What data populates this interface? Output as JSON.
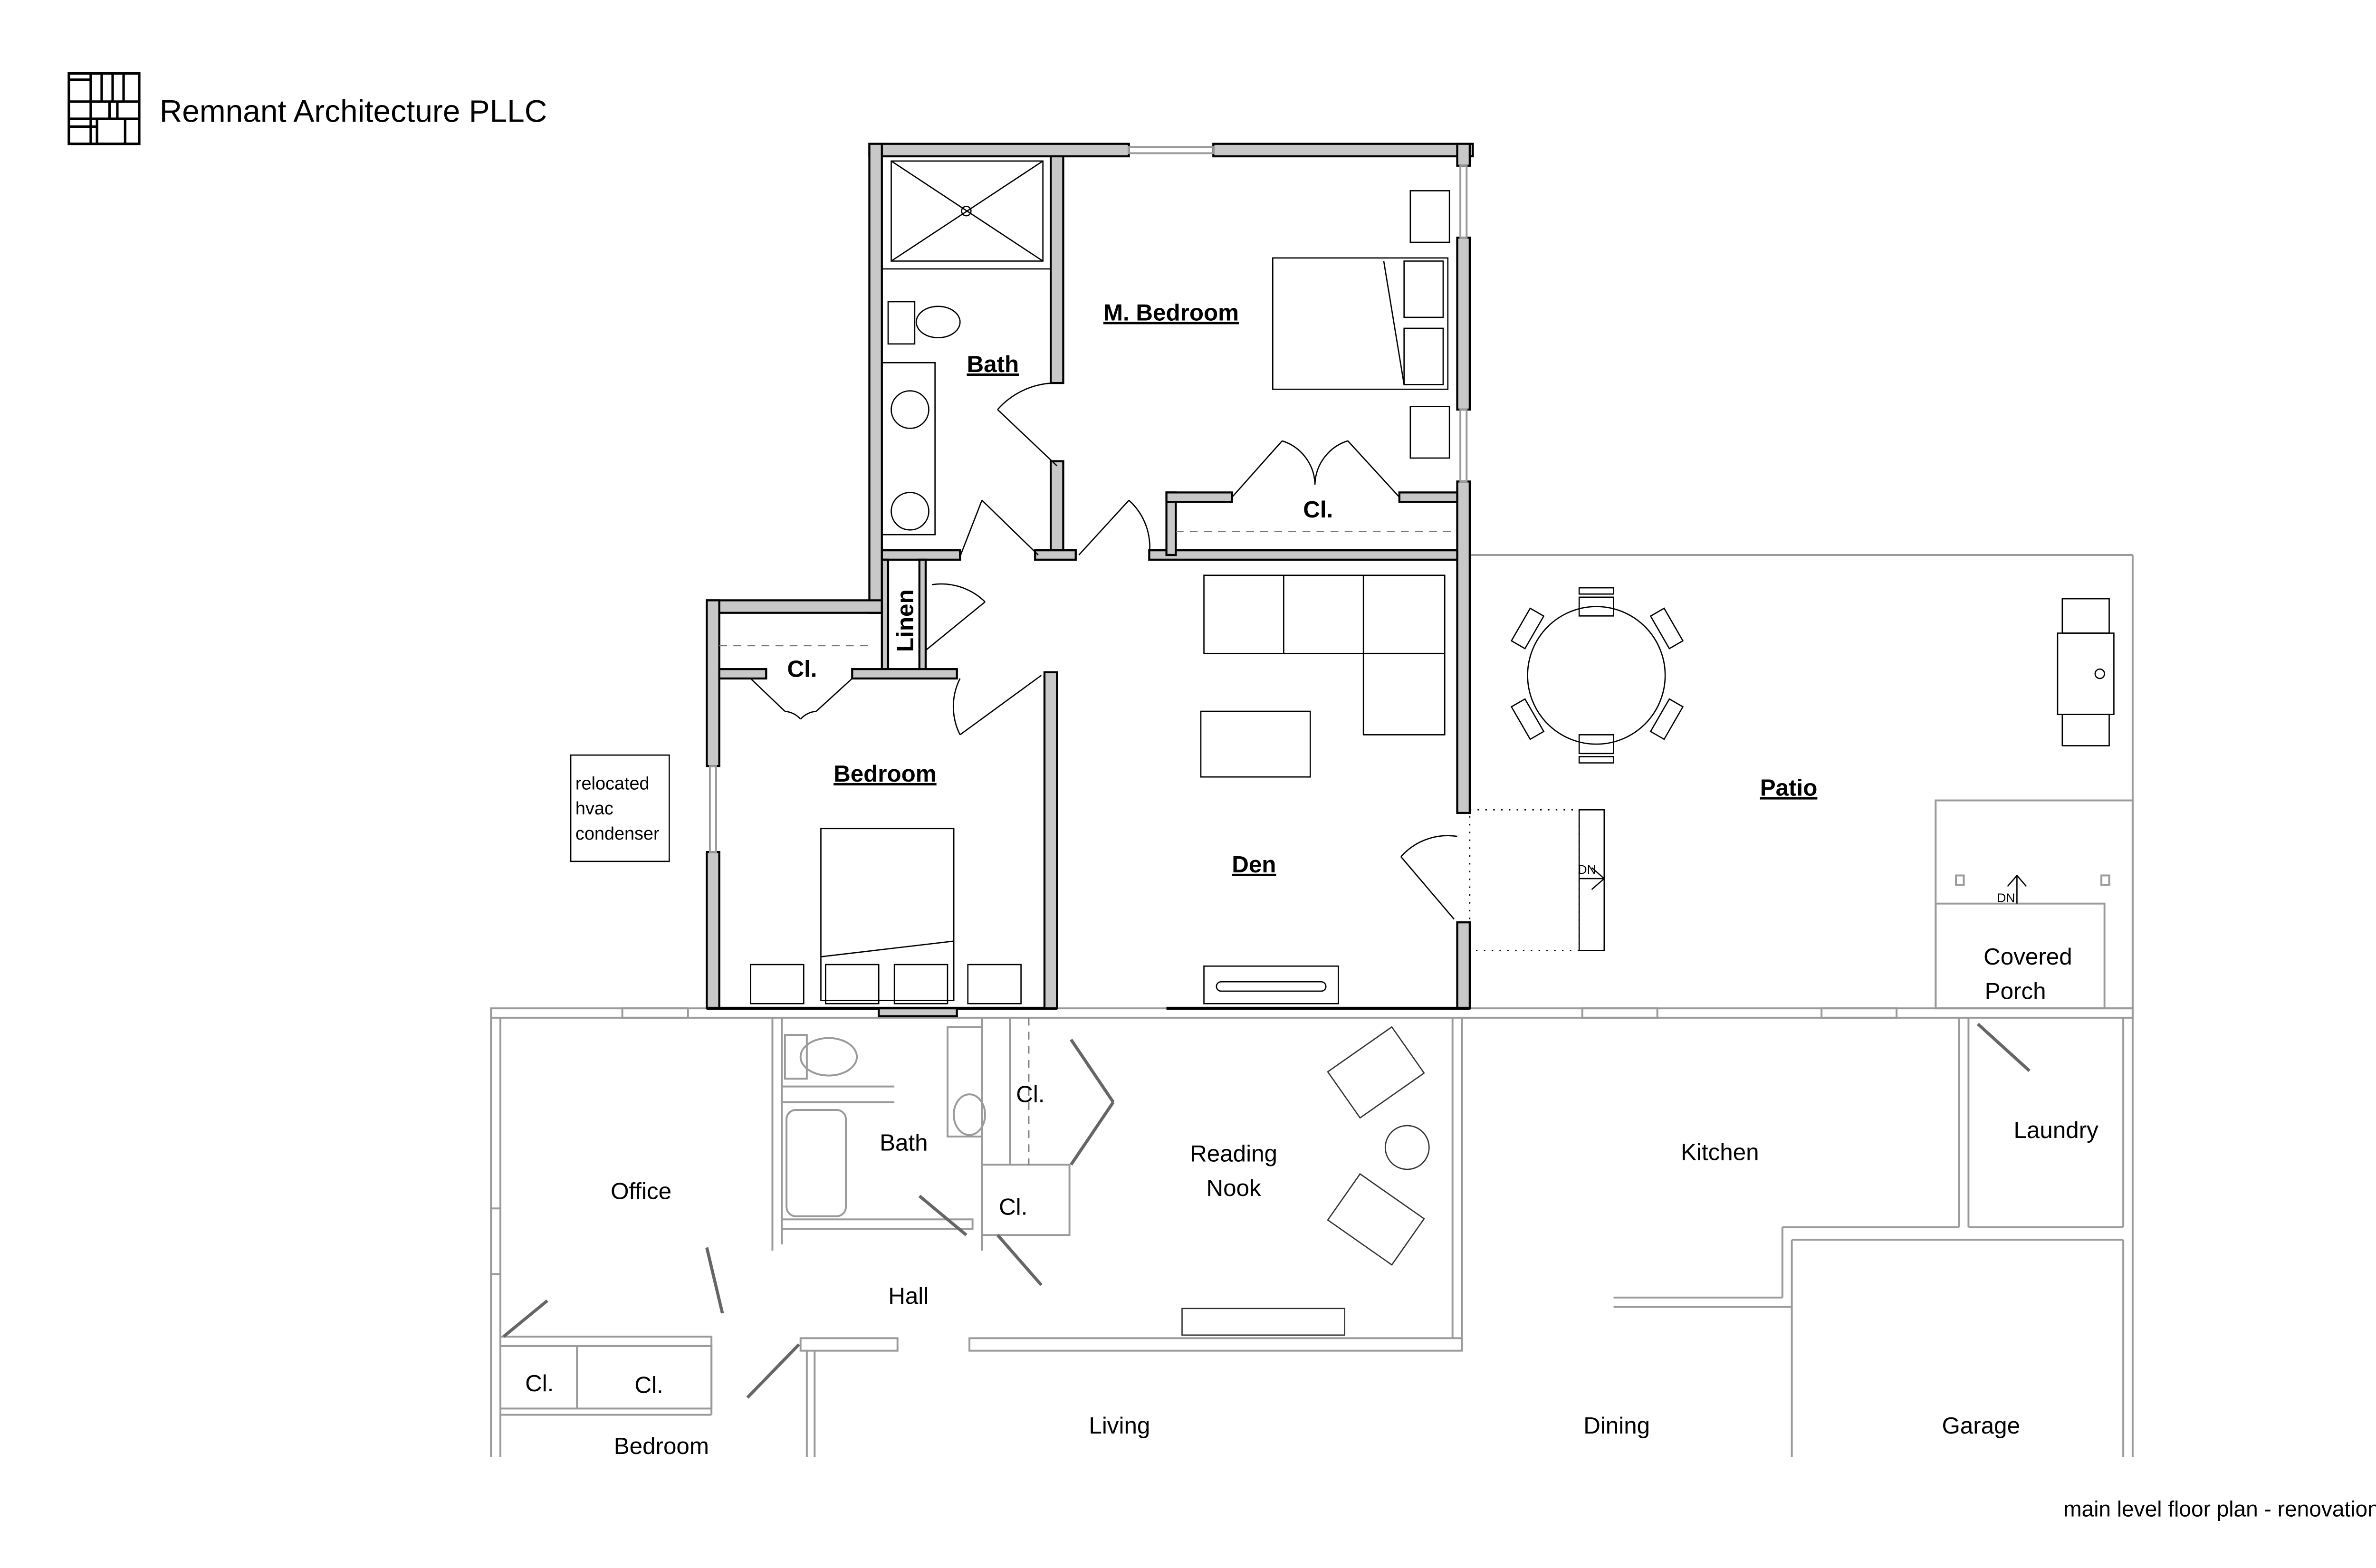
{
  "header": {
    "company_name": "Remnant Architecture PLLC",
    "logo_icon": "grid-logo-icon"
  },
  "footer": {
    "sheet_title": "main level floor plan - renovation"
  },
  "new_rooms": {
    "master_bedroom": "M. Bedroom",
    "master_bath": "Bath",
    "master_closet": "Cl.",
    "linen": "Linen",
    "bedroom_closet": "Cl.",
    "bedroom": "Bedroom",
    "den": "Den",
    "patio": "Patio"
  },
  "annotations": {
    "hvac_line1": "relocated",
    "hvac_line2": "hvac",
    "hvac_line3": "condenser",
    "stair_dn_patio": "DN",
    "stair_dn_porch": "DN"
  },
  "existing_rooms": {
    "closet_1": "Cl.",
    "bath": "Bath",
    "reading_line1": "Reading",
    "reading_line2": "Nook",
    "office": "Office",
    "closet_2": "Cl.",
    "hall": "Hall",
    "closet_3": "Cl.",
    "closet_4": "Cl.",
    "bedroom": "Bedroom",
    "living": "Living",
    "dining": "Dining",
    "garage": "Garage",
    "kitchen": "Kitchen",
    "laundry": "Laundry",
    "covered_line1": "Covered",
    "covered_line2": "Porch"
  }
}
